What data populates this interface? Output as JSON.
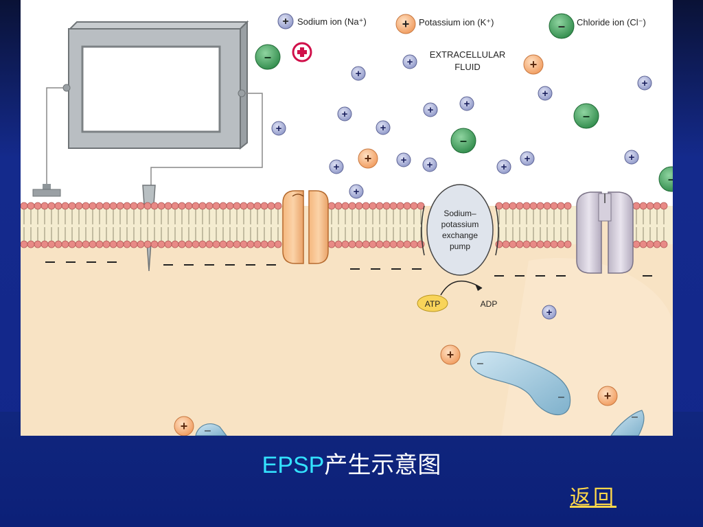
{
  "diagram": {
    "legend": {
      "sodium": "Sodium ion (Na⁺)",
      "potassium": "Potassium ion (K⁺)",
      "chloride": "Chloride ion (Cl⁻)"
    },
    "extracellular_line1": "EXTRACELLULAR",
    "extracellular_line2": "FLUID",
    "pump_line1": "Sodium–",
    "pump_line2": "potassium",
    "pump_line3": "exchange",
    "pump_line4": "pump",
    "atp": "ATP",
    "adp": "ADP",
    "plus_sign": "+",
    "minus_sign": "–",
    "colors": {
      "sodium": "#8e97c8",
      "potassium": "#f2a36b",
      "chloride": "#3c9a58",
      "cytoplasm": "#f8e3c4",
      "membrane_head": "#e88a86"
    }
  },
  "slide": {
    "caption_abbr": "EPSP",
    "caption_text": "产生示意图",
    "back_link": "返回"
  }
}
